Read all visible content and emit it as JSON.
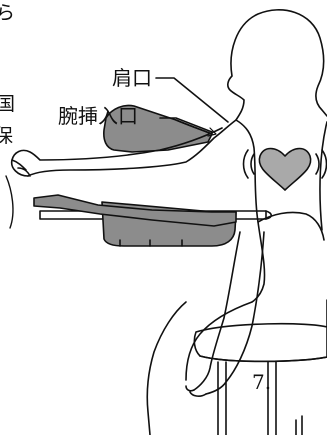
{
  "labels": {
    "shoulder_opening": "肩口",
    "arm_insert_opening": "腕挿入口"
  },
  "edge_text": {
    "top_left": "ら",
    "mid_left_1": "国",
    "mid_left_2": "保",
    "bottom_right": "7."
  },
  "colors": {
    "device_fill": "#8c8c8c",
    "heart_fill": "#a9a9a9",
    "outline": "#111111"
  },
  "icons": {
    "heart": "heart-icon"
  }
}
